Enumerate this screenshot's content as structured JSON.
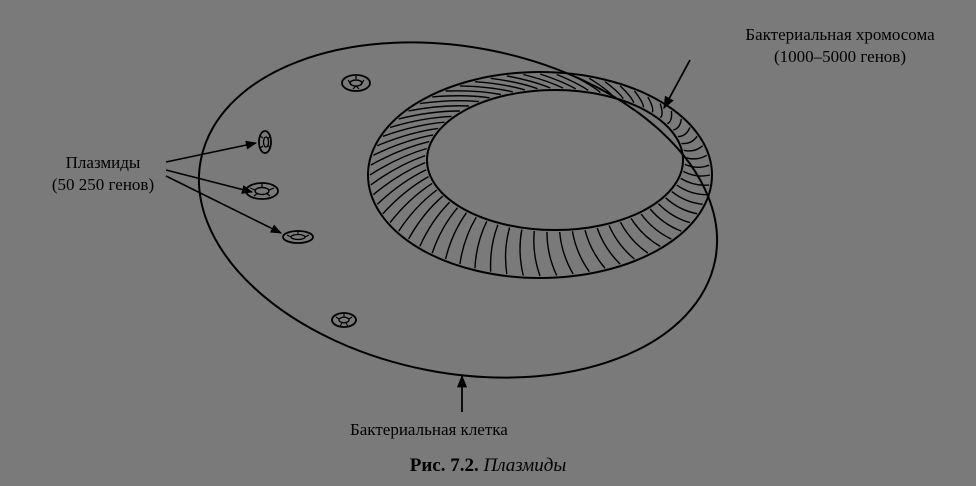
{
  "labels": {
    "chromosome_line1": "Бактериальная хромосома",
    "chromosome_line2": "(1000–5000 генов)",
    "plasmids_line1": "Плазмиды",
    "plasmids_line2": "(50  250 генов)",
    "cell": "Бактериальная клетка"
  },
  "caption": {
    "number": "Рис. 7.2.",
    "title": "Плазмиды"
  },
  "colors": {
    "background": "#7a7a7a",
    "ink": "#000000"
  }
}
